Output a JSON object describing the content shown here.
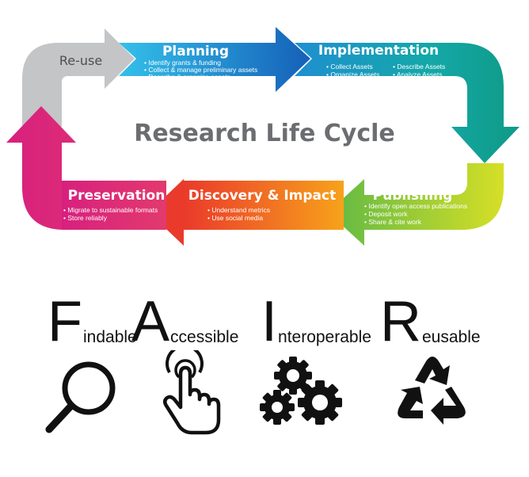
{
  "diagram": {
    "center_title": "Research Life Cycle",
    "reuse_label": "Re-use",
    "stages": [
      {
        "id": "planning",
        "title": "Planning",
        "color": "#1ea3e0",
        "bullets": [
          "Identify grants & funding",
          "Collect & manage preliminary assets",
          "Describe & organize assets"
        ]
      },
      {
        "id": "implementation",
        "title": "Implementation",
        "color": "#16a9a0",
        "bullets": [
          "Collect Assets",
          "Organize Assets",
          "Describe Assets",
          "Analyze Assets"
        ]
      },
      {
        "id": "publishing",
        "title": "Publishing",
        "color": "#8cc63f",
        "bullets": [
          "Identify open access publications",
          "Deposit work",
          "Share & cite work"
        ]
      },
      {
        "id": "discovery",
        "title": "Discovery & Impact",
        "color": "#f26a25",
        "bullets": [
          "Understand metrics",
          "Use social media"
        ]
      },
      {
        "id": "preservation",
        "title": "Preservation",
        "color": "#e2297b",
        "bullets": [
          "Migrate to sustainable formats",
          "Store reliably"
        ]
      }
    ],
    "reuse_color": "#c4c5c7"
  },
  "fair": {
    "items": [
      {
        "letter": "F",
        "rest": "indable",
        "icon": "magnifier-icon"
      },
      {
        "letter": "A",
        "rest": "ccessible",
        "icon": "pointing-hand-icon"
      },
      {
        "letter": "I",
        "rest": "nteroperable",
        "icon": "gears-icon"
      },
      {
        "letter": "R",
        "rest": "eusable",
        "icon": "recycle-icon"
      }
    ]
  }
}
